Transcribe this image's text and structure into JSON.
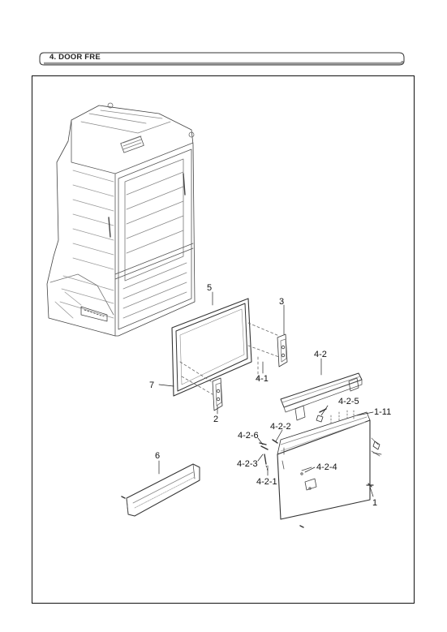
{
  "section": {
    "title": "4. DOOR FRE"
  },
  "callouts": {
    "c5": "5",
    "c3": "3",
    "c7": "7",
    "c4_1": "4-1",
    "c4_2": "4-2",
    "c2": "2",
    "c4_2_5": "4-2-5",
    "c1_11": "1-11",
    "c4_2_6": "4-2-6",
    "c4_2_2": "4-2-2",
    "c6": "6",
    "c4_2_3": "4-2-3",
    "c4_2_4": "4-2-4",
    "c4_2_1": "4-2-1",
    "c1": "1"
  }
}
